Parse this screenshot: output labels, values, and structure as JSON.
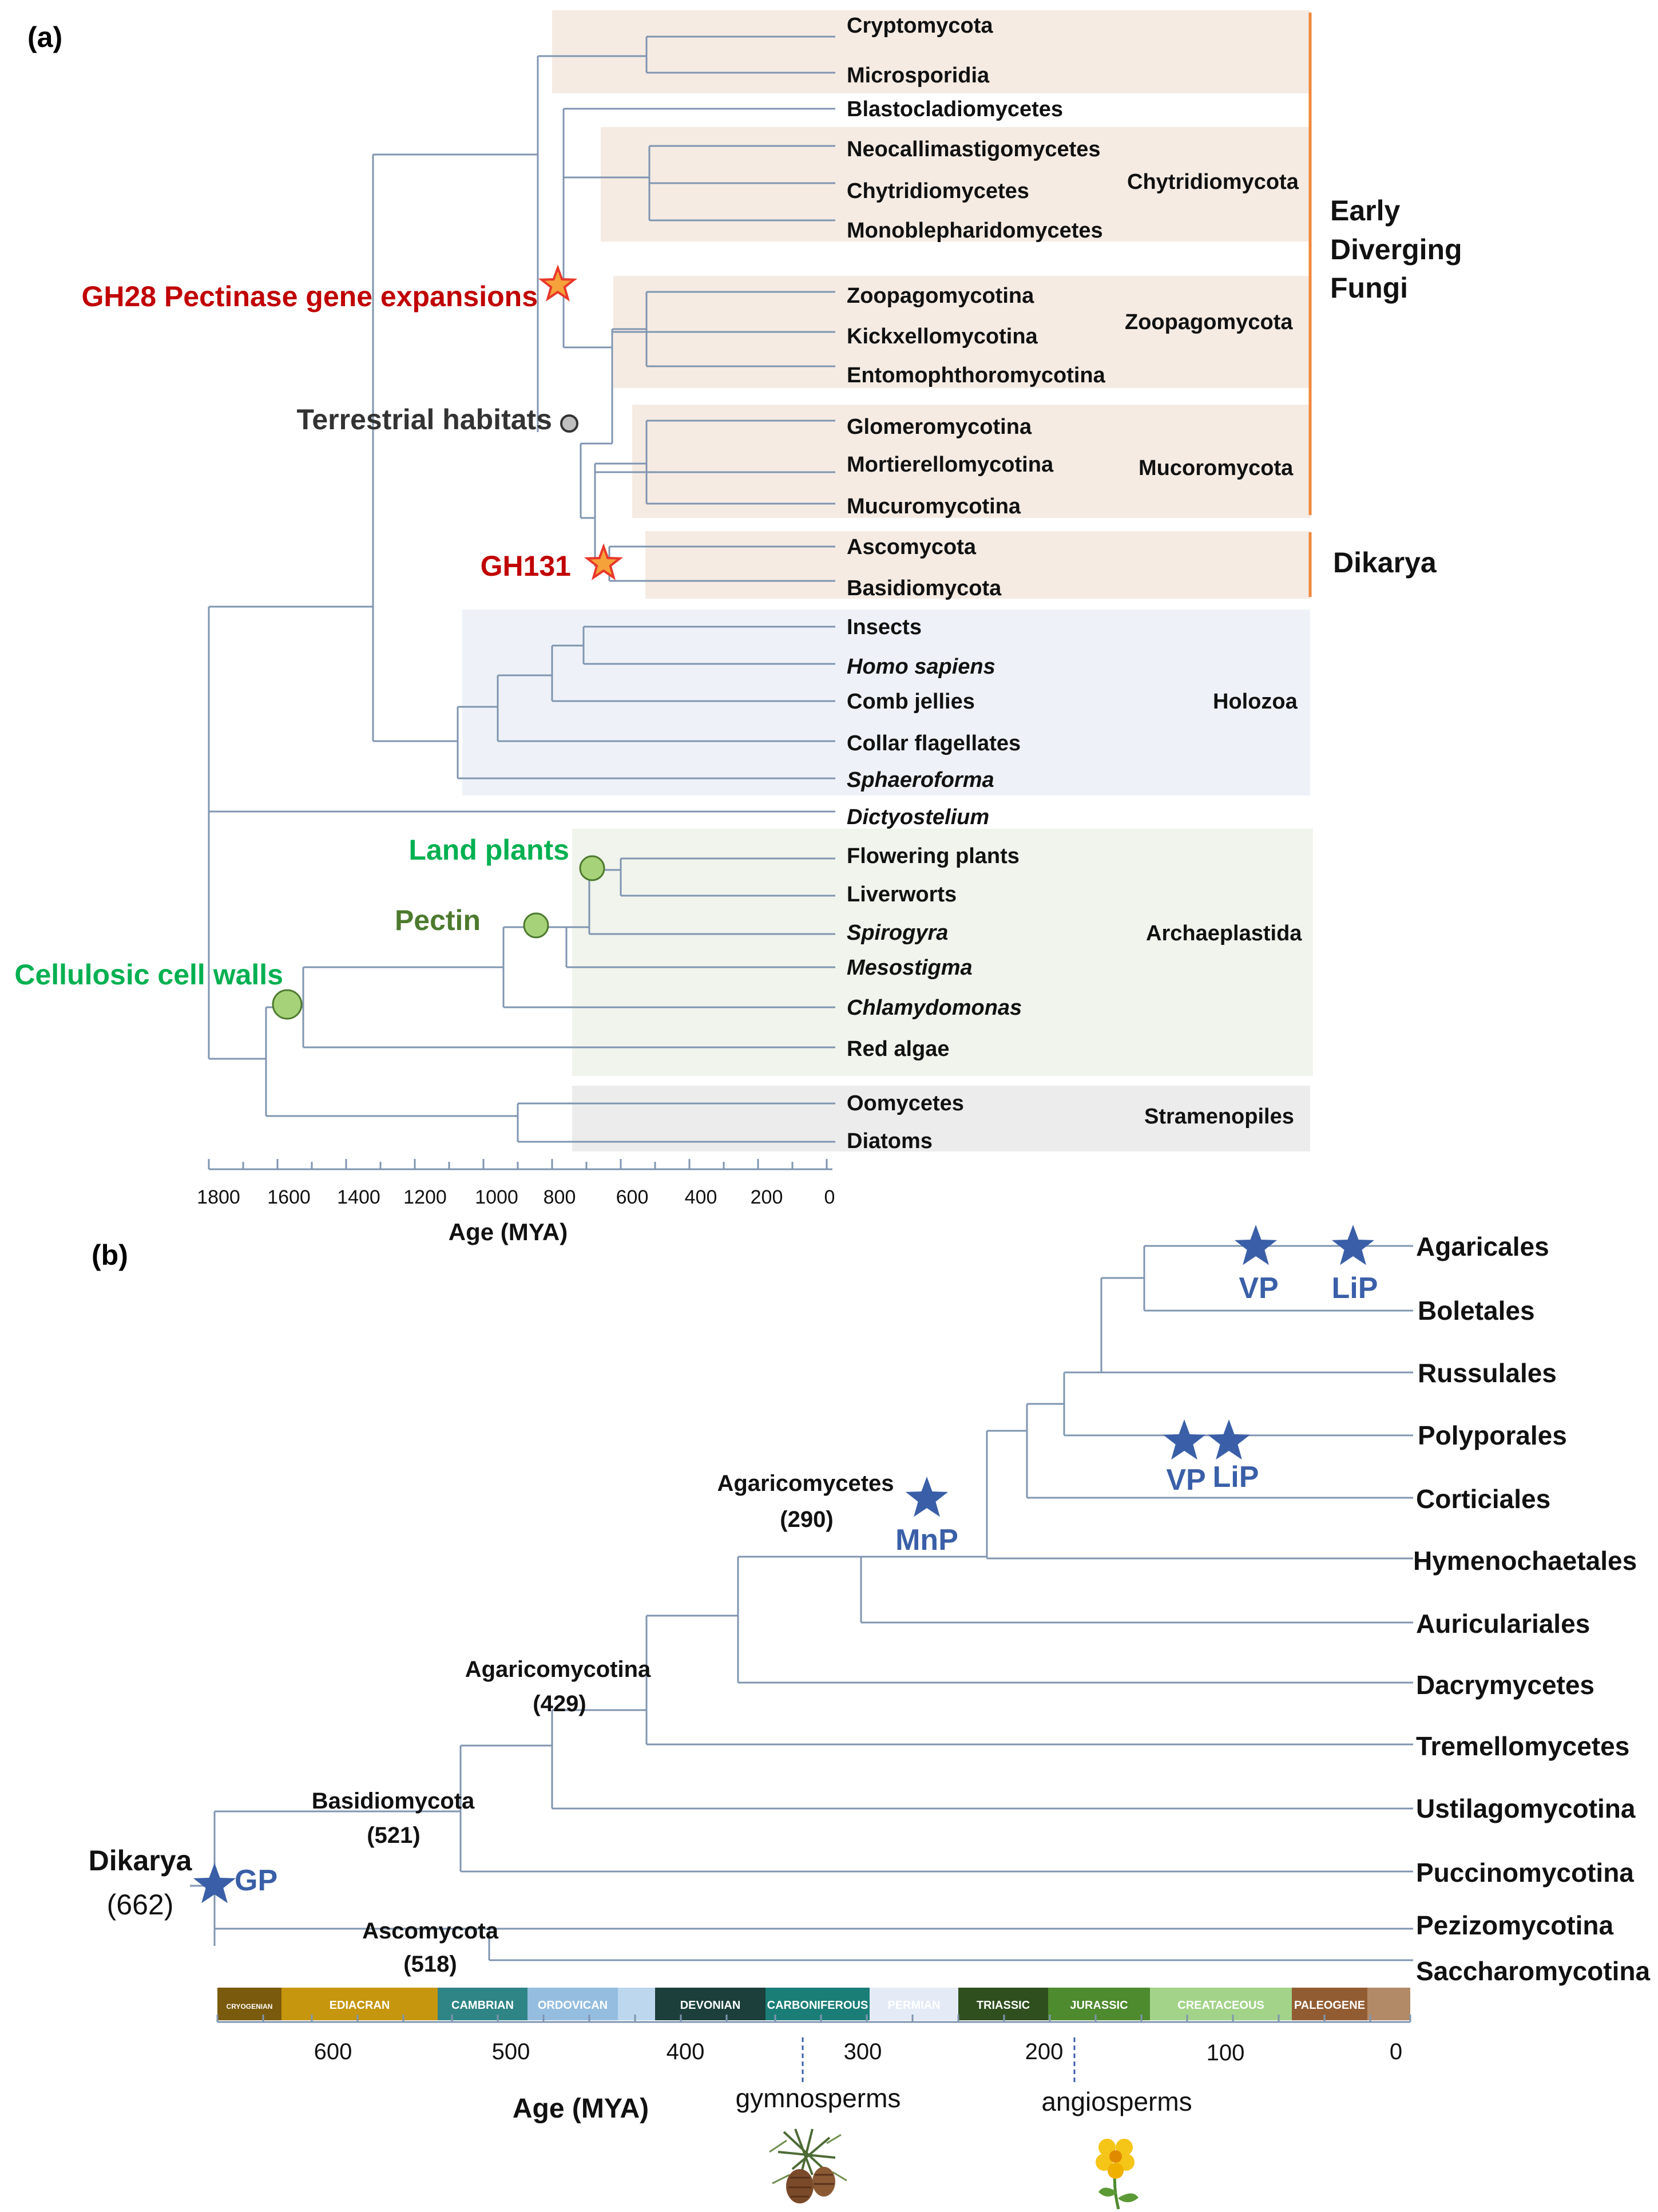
{
  "panel_a": {
    "label": "(a)",
    "taxa": [
      "Cryptomycota",
      "Microsporidia",
      "Blastocladiomycetes",
      "Neocallimastigomycetes",
      "Chytridiomycetes",
      "Monoblepharidomycetes",
      "Zoopagomycotina",
      "Kickxellomycotina",
      "Entomophthoromycotina",
      "Glomeromycotina",
      "Mortierellomycotina",
      "Mucuromycotina",
      "Ascomycota",
      "Basidiomycota",
      "Insects",
      "Homo sapiens",
      "Comb jellies",
      "Collar flagellates",
      "Sphaeroforma",
      "Dictyostelium",
      "Flowering plants",
      "Liverworts",
      "Spirogyra",
      "Mesostigma",
      "Chlamydomonas",
      "Red algae",
      "Oomycetes",
      "Diatoms"
    ],
    "groups": {
      "chytridiomycota": "Chytridiomycota",
      "zoopagomycota": "Zoopagomycota",
      "mucoromycota": "Mucoromycota",
      "holozoa": "Holozoa",
      "archaeplastida": "Archaeplastida",
      "stramenopiles": "Stramenopiles"
    },
    "big_labels": {
      "early_line1": "Early",
      "early_line2": "Diverging",
      "early_line3": "Fungi",
      "dikarya": "Dikarya"
    },
    "events": {
      "gh28": "GH28 Pectinase gene expansions",
      "terrestrial": "Terrestrial habitats",
      "gh131": "GH131",
      "land_plants": "Land plants",
      "pectin": "Pectin",
      "cellulosic": "Cellulosic cell walls"
    },
    "axis": {
      "ticks": [
        "1800",
        "1600",
        "1400",
        "1200",
        "1000",
        "800",
        "600",
        "400",
        "200",
        "0"
      ],
      "label": "Age (MYA)"
    }
  },
  "panel_b": {
    "label": "(b)",
    "taxa": [
      "Agaricales",
      "Boletales",
      "Russulales",
      "Polyporales",
      "Corticiales",
      "Hymenochaetales",
      "Auriculariales",
      "Dacrymycetes",
      "Tremellomycetes",
      "Ustilagomycotina",
      "Puccinomycotina",
      "Pezizomycotina",
      "Saccharomycotina"
    ],
    "nodes": {
      "agaricomycetes": "Agaricomycetes",
      "agaricomycetes_age": "(290)",
      "agaricomycotina": "Agaricomycotina",
      "agaricomycotina_age": "(429)",
      "basidiomycota": "Basidiomycota",
      "basidiomycota_age": "(521)",
      "dikarya": "Dikarya",
      "dikarya_age": "(662)",
      "ascomycota": "Ascomycota",
      "ascomycota_age": "(518)"
    },
    "events": {
      "gp": "GP",
      "mnp": "MnP",
      "vp1": "VP",
      "lip1": "LiP",
      "vp2": "VP",
      "lip2": "LiP"
    },
    "periods": [
      "CRYOGENIAN",
      "EDIACRAN",
      "CAMBRIAN",
      "ORDOVICAN",
      "",
      "DEVONIAN",
      "CARBONIFEROUS",
      "PERMIAN",
      "TRIASSIC",
      "JURASSIC",
      "CREATACEOUS",
      "PALEOGENE",
      ""
    ],
    "period_colors": [
      "#7a5a0c",
      "#c6960e",
      "#2f8585",
      "#95bde0",
      "#bcd7ee",
      "#1c3f3c",
      "#1a7e77",
      "#e4ebf6",
      "#2f4f1f",
      "#4e8a2e",
      "#a3d389",
      "#925c33",
      "#b28a67"
    ],
    "axis": {
      "ticks": [
        "600",
        "500",
        "400",
        "300",
        "200",
        "100",
        "0"
      ],
      "label": "Age (MYA)"
    },
    "annotations": {
      "gymnosperms": "gymnosperms",
      "angiosperms": "angiosperms"
    }
  },
  "colors": {
    "branch": "#7f95b0",
    "fungi_box": "#f5ebe3",
    "holozoa_box": "#eef2f8",
    "plant_box": "#f0f4ec",
    "stram_box": "#ececec",
    "orange_bar": "#f0883e",
    "red_text": "#c00000",
    "green_text": "#00b050",
    "dark_green_text": "#4d7a2e",
    "star_blue": "#3a5fa8",
    "star_red": "#e8382a",
    "star_red_fill": "#f6a23a",
    "green_node": "#a6d27a"
  }
}
